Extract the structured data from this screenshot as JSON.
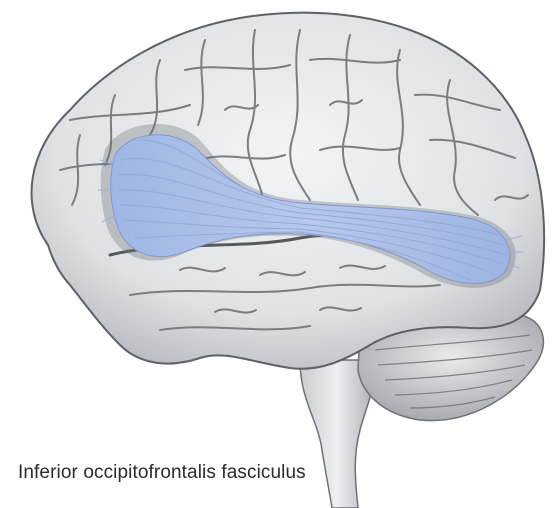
{
  "caption": "Inferior occipitofrontalis fasciculus",
  "colors": {
    "background": "#ffffff",
    "brain_fill": "#e9ebee",
    "brain_shadow": "#8a8d92",
    "fiber_tract": "#a8bde6",
    "fiber_line": "#7f99cf",
    "caption_text": "#2b2b2b"
  },
  "figure": {
    "subject": "brain-lateral-view",
    "highlight": "fiber-tract"
  }
}
